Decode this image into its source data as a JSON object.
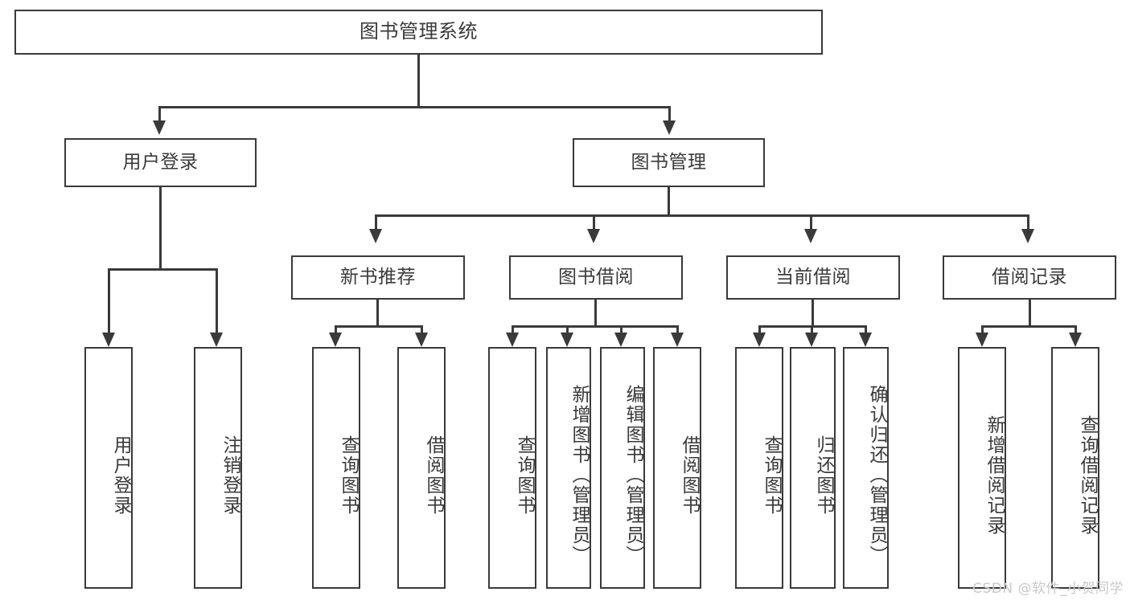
{
  "diagram": {
    "title": "图书管理系统",
    "type": "功能结构图",
    "watermark": "CSDN @软件_小贺同学",
    "colors": {
      "stroke": "#3a3a3a",
      "fill": "#ffffff",
      "background": "#ffffff",
      "watermark": "#c9c9c9"
    }
  },
  "root": {
    "label": "图书管理系统"
  },
  "level2": [
    {
      "label": "用户登录"
    },
    {
      "label": "图书管理"
    }
  ],
  "level3": [
    {
      "label": "新书推荐"
    },
    {
      "label": "图书借阅"
    },
    {
      "label": "当前借阅"
    },
    {
      "label": "借阅记录"
    }
  ],
  "leaves": {
    "user_login": [
      {
        "label": "用户登录"
      },
      {
        "label": "注销登录"
      }
    ],
    "new_book": [
      {
        "label": "查询图书"
      },
      {
        "label": "借阅图书"
      }
    ],
    "book_borrow": [
      {
        "label": "查询图书"
      },
      {
        "label": "新增图书（管理员）"
      },
      {
        "label": "编辑图书（管理员）"
      },
      {
        "label": "借阅图书"
      }
    ],
    "current_borrow": [
      {
        "label": "查询图书"
      },
      {
        "label": "归还图书"
      },
      {
        "label": "确认归还（管理员）"
      }
    ],
    "borrow_record": [
      {
        "label": "新增借阅记录"
      },
      {
        "label": "查询借阅记录"
      }
    ]
  }
}
